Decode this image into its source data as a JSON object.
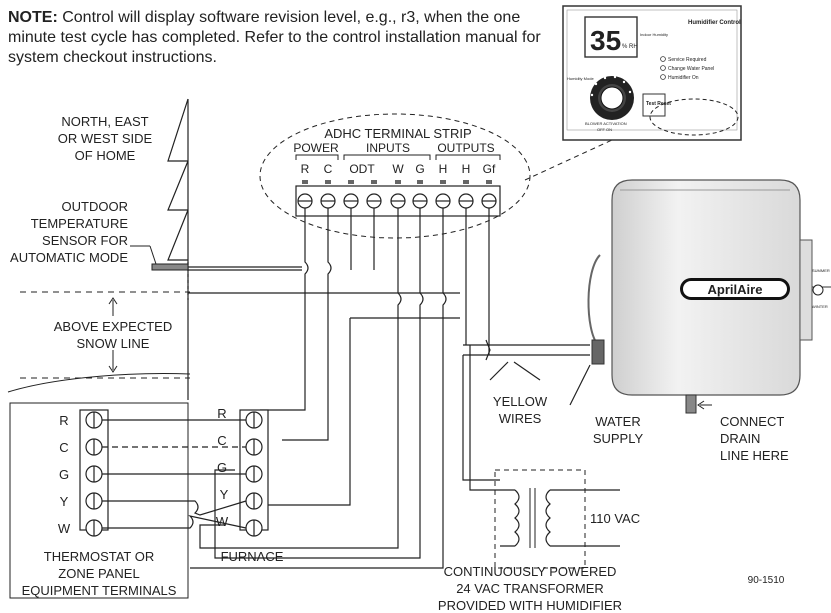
{
  "note": {
    "bold": "NOTE:",
    "text": " Control will display software revision level, e.g., r3, when the one minute test cycle has completed. Refer to the control installation manual for system checkout instructions."
  },
  "house_side": [
    "NORTH, EAST",
    "OR WEST SIDE",
    "OF HOME"
  ],
  "sensor": [
    "OUTDOOR",
    "TEMPERATURE",
    "SENSOR FOR",
    "AUTOMATIC MODE"
  ],
  "snow": [
    "ABOVE EXPECTED",
    "SNOW LINE"
  ],
  "terminal_strip": {
    "title": "ADHC TERMINAL STRIP",
    "groups": [
      "POWER",
      "INPUTS",
      "OUTPUTS"
    ],
    "terminals": [
      "R",
      "C",
      "ODT",
      "W",
      "G",
      "H",
      "H",
      "Gf"
    ]
  },
  "control": {
    "display_value": "35",
    "unit": "% RH",
    "title": "Humidifier Control",
    "indicators": [
      "Service Required",
      "Change Water Panel",
      "Humidifier On"
    ],
    "dial_label": "Humidity Mode",
    "button_label": "Test Reset",
    "side_label": "Indoor Humidity",
    "bottom_label": "BLOWER ACTIVATION",
    "off_on": [
      "OFF",
      "ON"
    ]
  },
  "humidifier": {
    "brand": "AprilAire",
    "damper_top": "SUMMER",
    "damper_bottom": "WINTER"
  },
  "thermostat": {
    "terminals": [
      "R",
      "C",
      "G",
      "Y",
      "W"
    ],
    "caption": [
      "THERMOSTAT OR",
      "ZONE PANEL",
      "EQUIPMENT TERMINALS"
    ]
  },
  "furnace": {
    "terminals": [
      "R",
      "C",
      "G",
      "Y",
      "W"
    ],
    "caption": "FURNACE"
  },
  "yellow_wires": [
    "YELLOW",
    "WIRES"
  ],
  "water_supply": [
    "WATER",
    "SUPPLY"
  ],
  "drain": [
    "CONNECT",
    "DRAIN",
    "LINE HERE"
  ],
  "transformer": {
    "voltage": "110 VAC",
    "caption": [
      "CONTINUOUSLY POWERED",
      "24 VAC TRANSFORMER",
      "PROVIDED WITH HUMIDIFIER"
    ]
  },
  "figure_number": "90-1510"
}
